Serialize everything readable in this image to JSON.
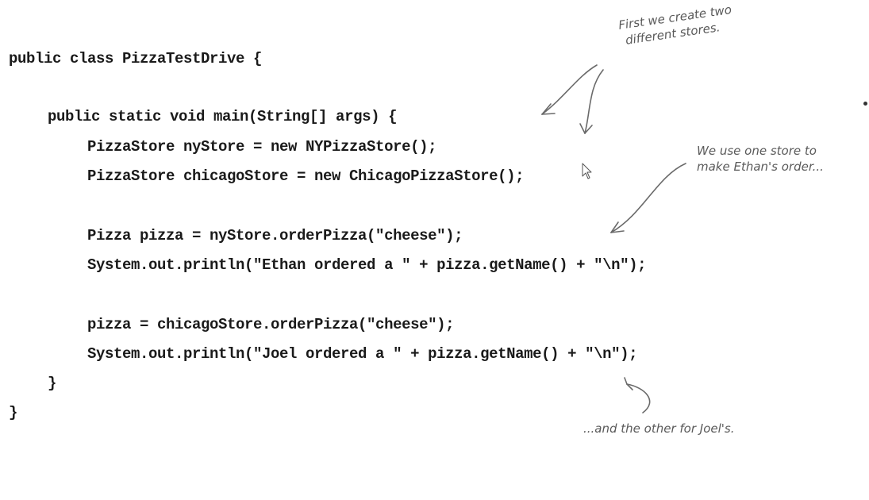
{
  "code": {
    "lines": [
      "public class PizzaTestDrive {",
      "public static void main(String[] args) {",
      "PizzaStore nyStore = new NYPizzaStore();",
      "PizzaStore chicagoStore = new ChicagoPizzaStore();",
      "Pizza pizza = nyStore.orderPizza(\"cheese\");",
      "System.out.println(\"Ethan ordered a \" + pizza.getName() + \"\\n\");",
      "pizza = chicagoStore.orderPizza(\"cheese\");",
      "System.out.println(\"Joel ordered a \" + pizza.getName() + \"\\n\");",
      "}",
      "}"
    ]
  },
  "annotations": {
    "stores": [
      "First we create two",
      "different stores."
    ],
    "ethan": [
      "We use one store to",
      "make Ethan's order..."
    ],
    "joel": [
      "...and the other for Joel's."
    ]
  },
  "icons": {
    "cursor": "mouse-pointer-icon",
    "arrows": "hand-drawn-arrow-icon"
  },
  "colors": {
    "code": "#1a1a1a",
    "annotation": "#5a5a5a"
  }
}
